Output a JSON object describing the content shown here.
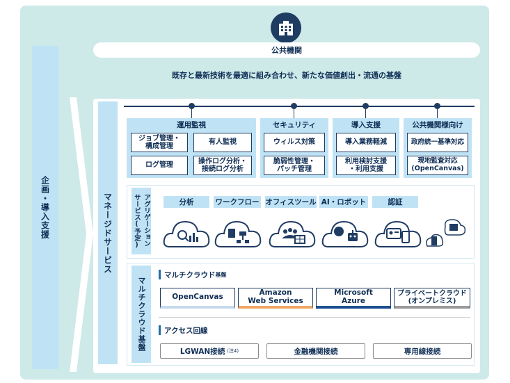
{
  "top": {
    "building_icon": "office-building-icon",
    "public_title": "公共機関",
    "tagline": "既存と最新技術を最適に組み合わせ、新たな価値創出・流通の基盤"
  },
  "left": {
    "planning_label": "企画・導入支援",
    "managed_label": "マネージドサービス"
  },
  "categories": [
    {
      "title": "運用監視",
      "items": [
        "ジョブ管理・\n構成管理",
        "有人監視",
        "ログ管理",
        "操作ログ分析・\n接続ログ分析"
      ]
    },
    {
      "title": "セキュリティ",
      "items": [
        "ウィルス対策",
        "脆弱性管理・\nパッチ管理"
      ]
    },
    {
      "title": "導入支援",
      "items": [
        "導入業務軽減",
        "利用検討支援\n・利用支援"
      ]
    },
    {
      "title": "公共機関様向け",
      "items": [
        "政府統一基準対応",
        "現地監査対応\n(OpenCanvas)"
      ]
    }
  ],
  "services": {
    "side_label": "アグリゲーション\nサービス(予定)",
    "labels": [
      "分析",
      "ワークフロー",
      "オフィスツール",
      "AI・ロボット",
      "認証"
    ],
    "icons": [
      "analytics-cloud-icon",
      "workflow-cloud-icon",
      "office-tools-cloud-icon",
      "ai-robot-cloud-icon",
      "authentication-cloud-icon",
      "small-buildings-cloud-icon"
    ]
  },
  "infra": {
    "side_label": "マルチクラウド基盤",
    "multicloud_title": "マルチクラウド",
    "multicloud_suffix": "基盤",
    "clouds": [
      {
        "name": "OpenCanvas",
        "accent": "#c7d9ec"
      },
      {
        "name": "Amazon\nWeb Services",
        "accent": "#f0a868"
      },
      {
        "name": "Microsoft\nAzure",
        "accent": "#1d4f91"
      },
      {
        "name": "プライベートクラウド\n(オンプレミス)",
        "accent": "#9a9a9a"
      }
    ],
    "access_title": "アクセス回線",
    "lines": [
      {
        "label": "LGWAN接続",
        "note": "(注4)"
      },
      {
        "label": "金融機関接続",
        "note": ""
      },
      {
        "label": "専用線接続",
        "note": ""
      }
    ]
  }
}
